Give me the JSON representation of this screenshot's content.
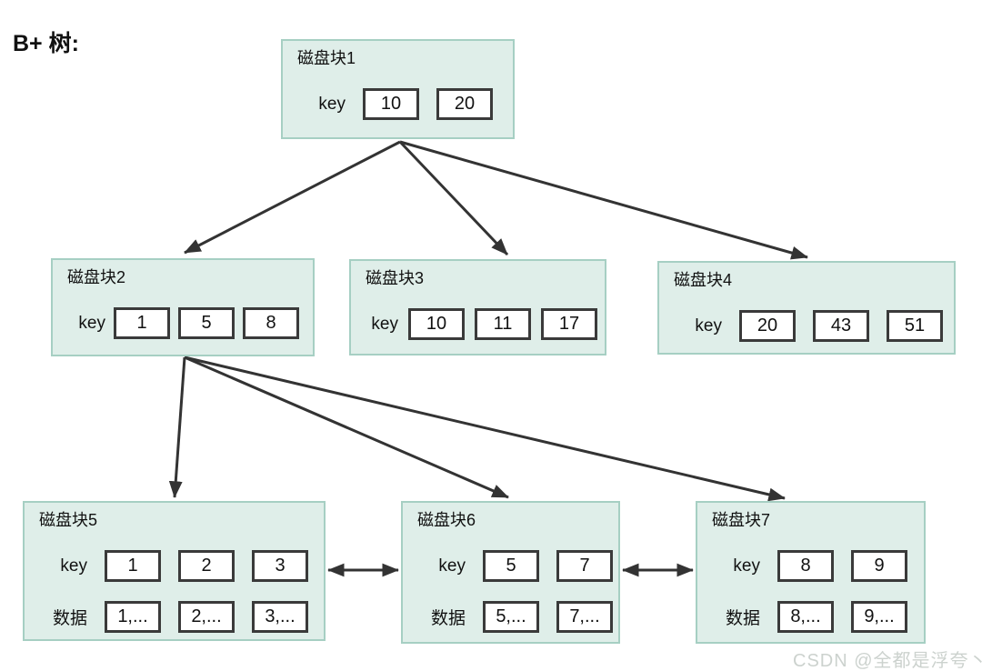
{
  "title": "B+ 树:",
  "watermark": "CSDN @全都是浮夸丶",
  "colors": {
    "block_fill": "#dfeee9",
    "block_border": "#a6cfc3",
    "cell_fill": "#ffffff",
    "cell_border": "#3a3a3a",
    "arrow": "#333333",
    "text": "#111111",
    "watermark": "#ccd2ce"
  },
  "blocks": [
    {
      "id": "disk-block-1",
      "title": "磁盘块1",
      "rows": [
        {
          "label": "key",
          "cells": [
            "10",
            "20"
          ]
        }
      ]
    },
    {
      "id": "disk-block-2",
      "title": "磁盘块2",
      "rows": [
        {
          "label": "key",
          "cells": [
            "1",
            "5",
            "8"
          ]
        }
      ]
    },
    {
      "id": "disk-block-3",
      "title": "磁盘块3",
      "rows": [
        {
          "label": "key",
          "cells": [
            "10",
            "11",
            "17"
          ]
        }
      ]
    },
    {
      "id": "disk-block-4",
      "title": "磁盘块4",
      "rows": [
        {
          "label": "key",
          "cells": [
            "20",
            "43",
            "51"
          ]
        }
      ]
    },
    {
      "id": "disk-block-5",
      "title": "磁盘块5",
      "rows": [
        {
          "label": "key",
          "cells": [
            "1",
            "2",
            "3"
          ]
        },
        {
          "label": "数据",
          "cells": [
            "1,...",
            "2,...",
            "3,..."
          ]
        }
      ]
    },
    {
      "id": "disk-block-6",
      "title": "磁盘块6",
      "rows": [
        {
          "label": "key",
          "cells": [
            "5",
            "7"
          ]
        },
        {
          "label": "数据",
          "cells": [
            "5,...",
            "7,..."
          ]
        }
      ]
    },
    {
      "id": "disk-block-7",
      "title": "磁盘块7",
      "rows": [
        {
          "label": "key",
          "cells": [
            "8",
            "9"
          ]
        },
        {
          "label": "数据",
          "cells": [
            "8,...",
            "9,..."
          ]
        }
      ]
    }
  ],
  "edges": [
    {
      "from": "磁盘块1",
      "to": "磁盘块2",
      "type": "pointer"
    },
    {
      "from": "磁盘块1",
      "to": "磁盘块3",
      "type": "pointer"
    },
    {
      "from": "磁盘块1",
      "to": "磁盘块4",
      "type": "pointer"
    },
    {
      "from": "磁盘块2",
      "to": "磁盘块5",
      "type": "pointer"
    },
    {
      "from": "磁盘块2",
      "to": "磁盘块6",
      "type": "pointer"
    },
    {
      "from": "磁盘块2",
      "to": "磁盘块7",
      "type": "pointer"
    },
    {
      "from": "磁盘块5",
      "to": "磁盘块6",
      "type": "bidirectional-leaf-link"
    },
    {
      "from": "磁盘块6",
      "to": "磁盘块7",
      "type": "bidirectional-leaf-link"
    }
  ]
}
